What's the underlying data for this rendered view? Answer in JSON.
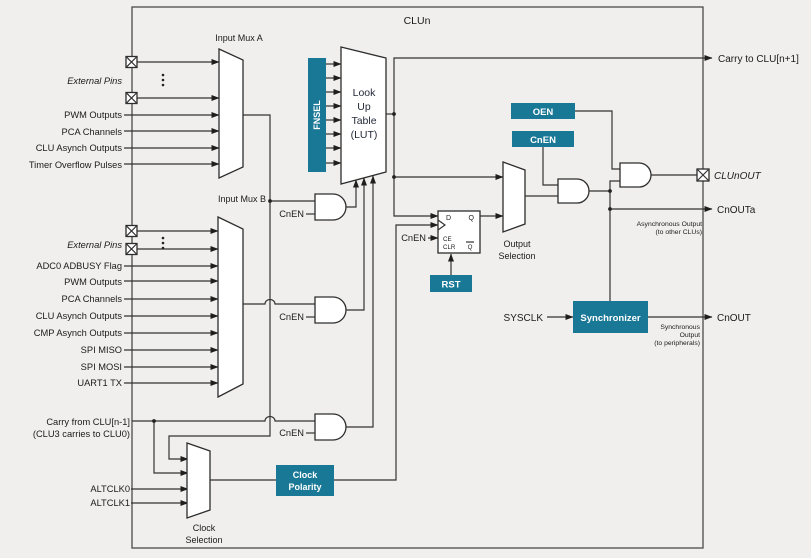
{
  "title": "CLUn",
  "colors": {
    "teal": "#1A7897",
    "wire": "#333333",
    "background": "#F0EFED"
  },
  "mux_a": {
    "label": "Input Mux A",
    "external_pins": "External Pins",
    "inputs": [
      "PWM Outputs",
      "PCA Channels",
      "CLU Asynch Outputs",
      "Timer Overflow Pulses"
    ]
  },
  "mux_b": {
    "label": "Input Mux B",
    "external_pins": "External Pins",
    "inputs": [
      "ADC0 ADBUSY Flag",
      "PWM Outputs",
      "PCA Channels",
      "CLU Asynch Outputs",
      "CMP Asynch Outputs",
      "SPI MISO",
      "SPI MOSI",
      "UART1 TX"
    ]
  },
  "carry_in": {
    "line1": "Carry from CLU[n-1]",
    "line2": "(CLU3 carries to CLU0)"
  },
  "clock": {
    "altclk0": "ALTCLK0",
    "altclk1": "ALTCLK1",
    "selection": {
      "line1": "Clock",
      "line2": "Selection"
    },
    "polarity": {
      "line1": "Clock",
      "line2": "Polarity"
    }
  },
  "lut": {
    "fnsel": "FNSEL",
    "line1": "Look",
    "line2": "Up",
    "line3": "Table",
    "line4": "(LUT)"
  },
  "gate_enable_label": "CnEN",
  "flipflop": {
    "d": "D",
    "q": "Q",
    "ce": "CE",
    "clr": "CLR",
    "qbar": "Q",
    "cnen": "CnEN",
    "rst": "RST"
  },
  "output_selection": {
    "line1": "Output",
    "line2": "Selection"
  },
  "enable_boxes": {
    "oen": "OEN",
    "cnen": "CnEN"
  },
  "synchronizer": {
    "sysclk": "SYSCLK",
    "label": "Synchronizer"
  },
  "outputs": {
    "carry_out": "Carry to CLU[n+1]",
    "clunout": "CLUnOUT",
    "cnouta": "CnOUTa",
    "async_note1": "Asynchronous Output",
    "async_note2": "(to other CLUs)",
    "cnout": "CnOUT",
    "sync_note1": "Synchronous",
    "sync_note2": "Output",
    "sync_note3": "(to peripherals)"
  }
}
